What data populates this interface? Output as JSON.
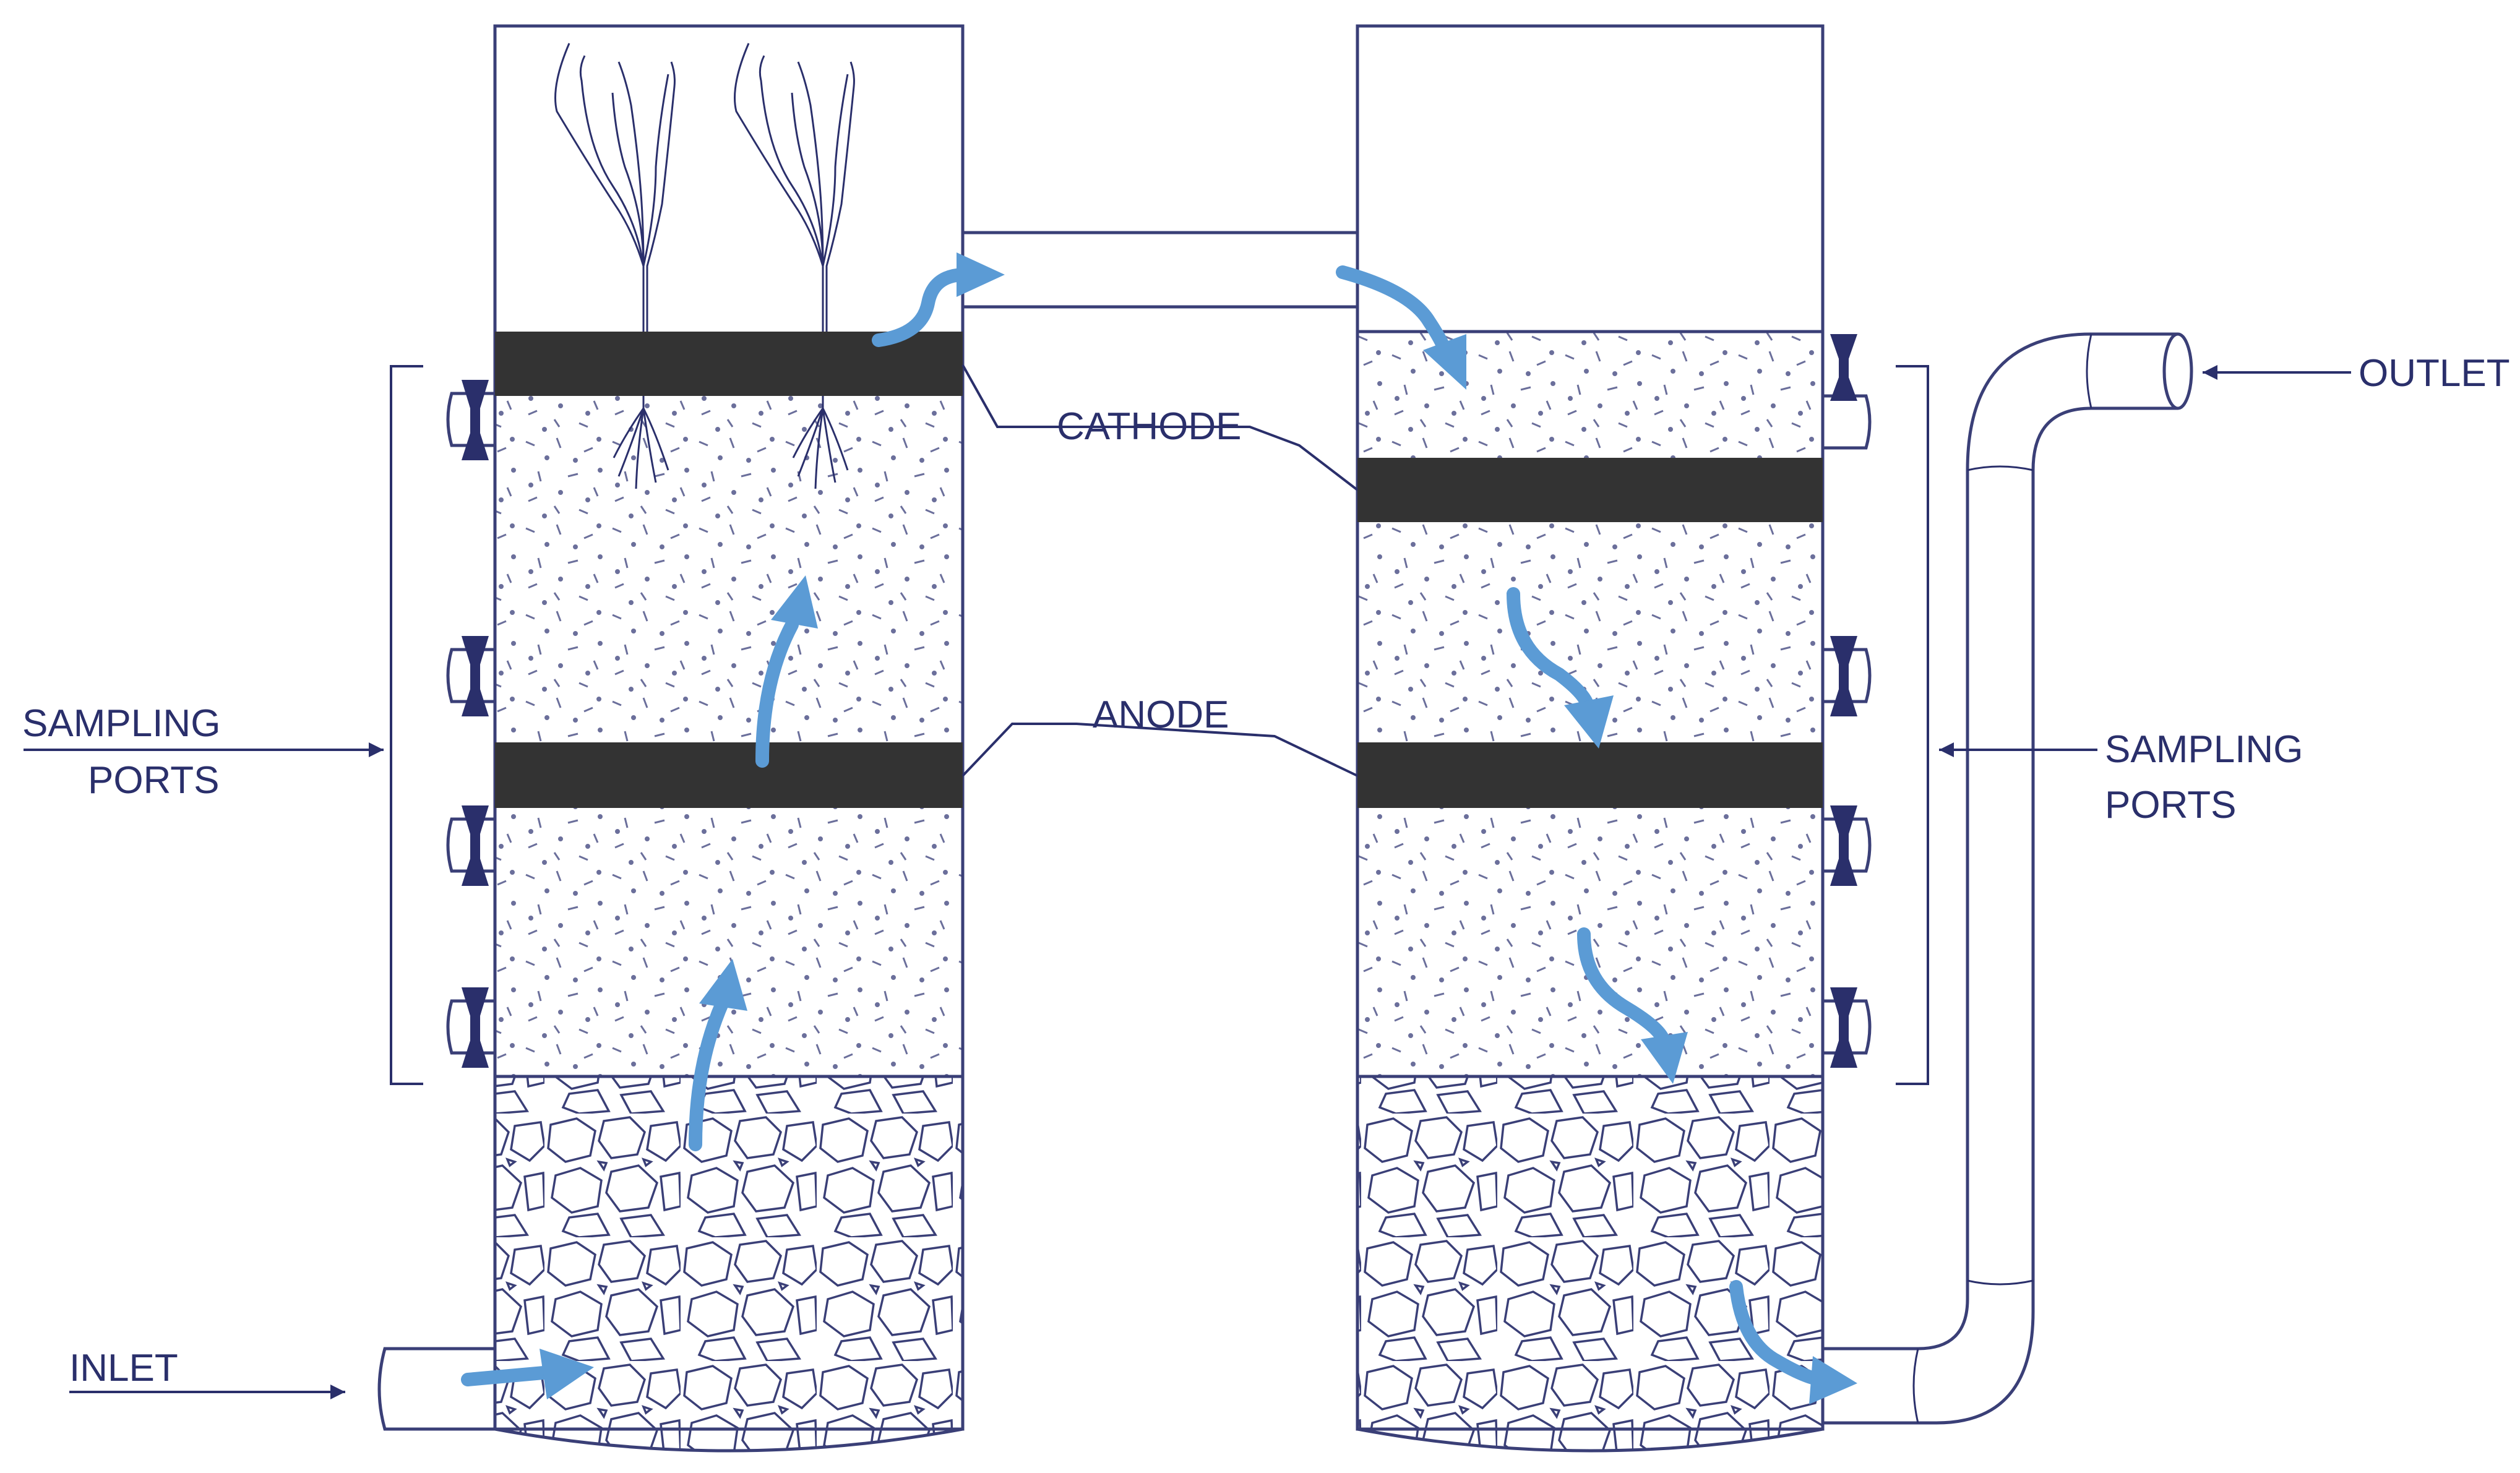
{
  "labels": {
    "cathode": "CATHODE",
    "anode": "ANODE",
    "outlet": "OUTLET",
    "inlet": "INLET",
    "sampling_left_line1": "SAMPLING",
    "sampling_left_line2": "PORTS",
    "sampling_right_line1": "SAMPLING",
    "sampling_right_line2": "PORTS"
  },
  "colors": {
    "flow_arrow": "#5b9bd5",
    "electrode": "#333333",
    "line": "#2a2f6b"
  },
  "icons": {
    "plant": "plant-icon",
    "flow": "flow-arrow-icon",
    "valve": "valve-icon"
  }
}
